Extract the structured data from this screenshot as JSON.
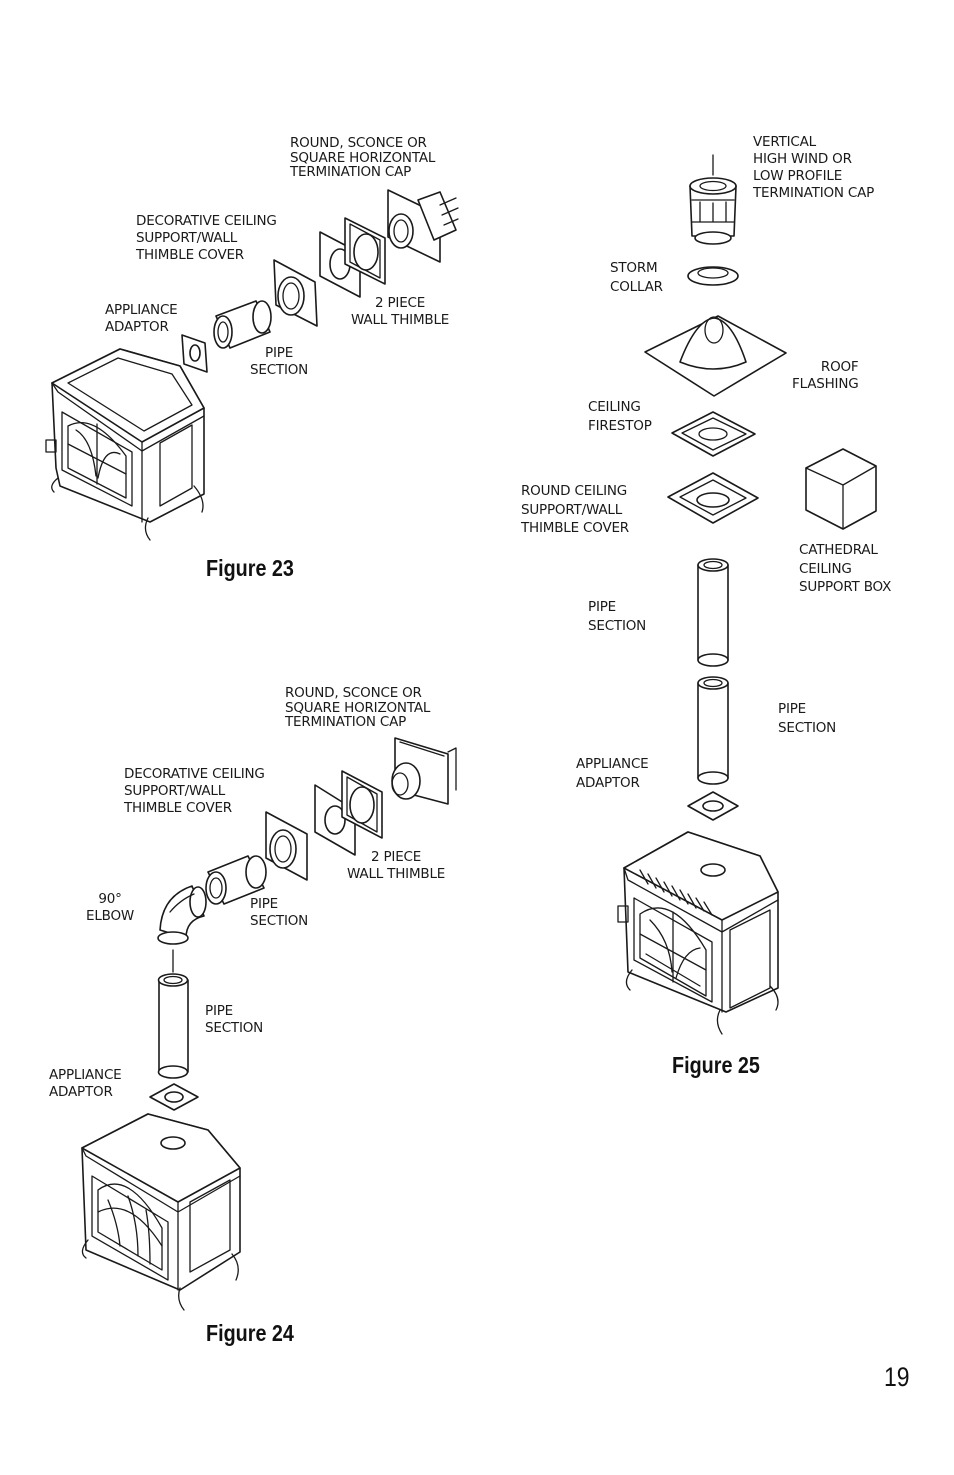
{
  "figures": {
    "fig23": {
      "caption": "Figure 23",
      "labels": {
        "cap": [
          "ROUND, SCONCE OR",
          "SQUARE HORIZONTAL",
          "TERMINATION CAP"
        ],
        "cover": [
          "DECORATIVE CEILING",
          "SUPPORT/WALL",
          "THIMBLE COVER"
        ],
        "adaptor": [
          "APPLIANCE",
          "ADAPTOR"
        ],
        "thimble": [
          "2 PIECE",
          "WALL THIMBLE"
        ],
        "pipe": [
          "PIPE",
          "SECTION"
        ]
      }
    },
    "fig24": {
      "caption": "Figure 24",
      "labels": {
        "cap": [
          "ROUND, SCONCE OR",
          "SQUARE HORIZONTAL",
          "TERMINATION CAP"
        ],
        "cover": [
          "DECORATIVE CEILING",
          "SUPPORT/WALL",
          "THIMBLE COVER"
        ],
        "thimble": [
          "2 PIECE",
          "WALL THIMBLE"
        ],
        "elbow": [
          "90°",
          "ELBOW"
        ],
        "pipe1": [
          "PIPE",
          "SECTION"
        ],
        "pipe2": [
          "PIPE",
          "SECTION"
        ],
        "adaptor": [
          "APPLIANCE",
          "ADAPTOR"
        ]
      }
    },
    "fig25": {
      "caption": "Figure 25",
      "labels": {
        "cap": [
          "VERTICAL",
          "HIGH WIND OR",
          "LOW PROFILE",
          "TERMINATION CAP"
        ],
        "storm": [
          "STORM",
          "COLLAR"
        ],
        "roof": [
          "ROOF",
          "FLASHING"
        ],
        "firestop": [
          "CEILING",
          "FIRESTOP"
        ],
        "cover": [
          "ROUND CEILING",
          "SUPPORT/WALL",
          "THIMBLE COVER"
        ],
        "box": [
          "CATHEDRAL",
          "CEILING",
          "SUPPORT BOX"
        ],
        "pipe1": [
          "PIPE",
          "SECTION"
        ],
        "pipe2": [
          "PIPE",
          "SECTION"
        ],
        "adaptor": [
          "APPLIANCE",
          "ADAPTOR"
        ]
      }
    }
  },
  "page_number": "19"
}
